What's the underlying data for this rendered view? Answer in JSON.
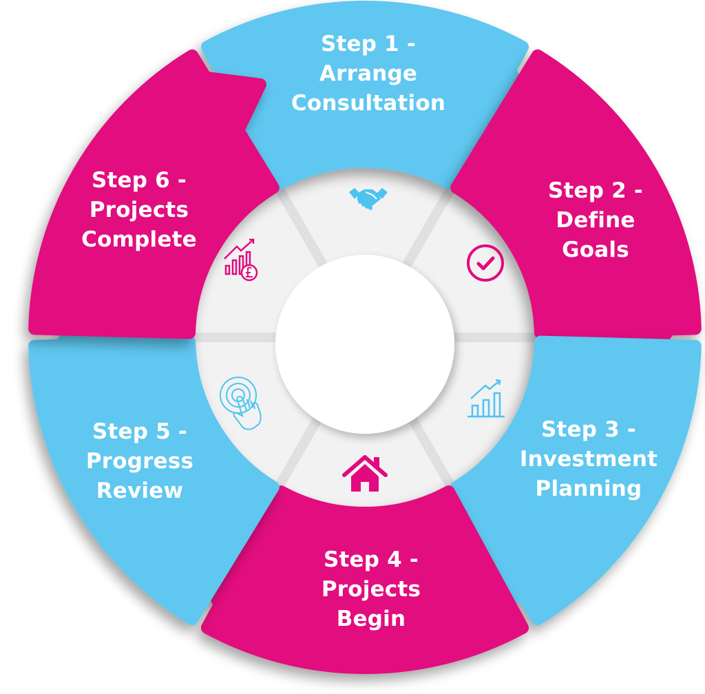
{
  "colors": {
    "pink": "#E20A7E",
    "blue": "#5FC7F0",
    "ring": "#F2F2F3",
    "center": "#FFFFFF",
    "shadow": "#C9CACC"
  },
  "steps": [
    {
      "title": "Step 1 -",
      "name_lines": [
        "Arrange",
        "Consultation"
      ],
      "color": "blue",
      "icon": "handshake-icon"
    },
    {
      "title": "Step 2 -",
      "name_lines": [
        "Define",
        "Goals"
      ],
      "color": "pink",
      "icon": "check-circle-icon"
    },
    {
      "title": "Step 3 -",
      "name_lines": [
        "Investment",
        "Planning"
      ],
      "color": "blue",
      "icon": "growth-chart-icon"
    },
    {
      "title": "Step 4 -",
      "name_lines": [
        "Projects",
        "Begin"
      ],
      "color": "pink",
      "icon": "home-icon"
    },
    {
      "title": "Step 5 -",
      "name_lines": [
        "Progress",
        "Review"
      ],
      "color": "blue",
      "icon": "touch-hand-icon"
    },
    {
      "title": "Step 6 -",
      "name_lines": [
        "Projects",
        "Complete"
      ],
      "color": "pink",
      "icon": "pound-growth-chart-icon"
    }
  ]
}
